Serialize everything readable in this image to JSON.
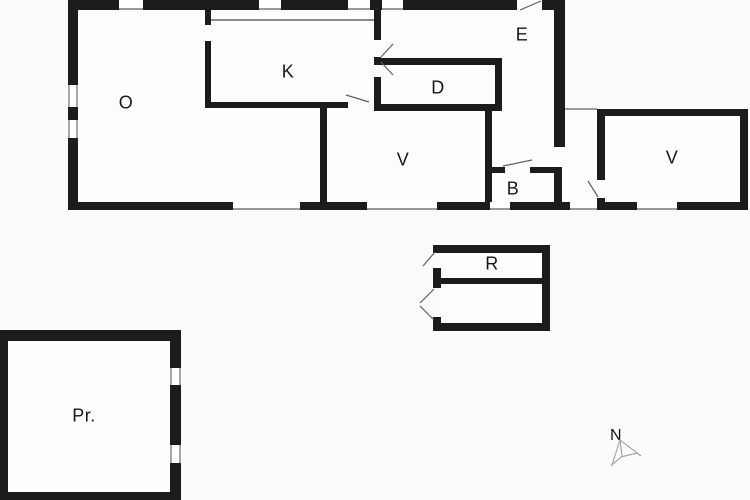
{
  "plan": {
    "rooms": [
      {
        "id": "o",
        "label": "O"
      },
      {
        "id": "k",
        "label": "K"
      },
      {
        "id": "e",
        "label": "E"
      },
      {
        "id": "d",
        "label": "D"
      },
      {
        "id": "v-middle",
        "label": "V"
      },
      {
        "id": "b",
        "label": "B"
      },
      {
        "id": "v-annex",
        "label": "V"
      },
      {
        "id": "r",
        "label": "R"
      },
      {
        "id": "pr",
        "label": "Pr."
      }
    ],
    "compass": {
      "label": "N"
    },
    "colors": {
      "wall": "#1c1c1c",
      "window_line": "#9a9a9a",
      "door_swing_line": "#5f5f5f",
      "compass_arrow": "#a0a0a0",
      "room_fill": "#fdfdfc",
      "background": "#fbfbf9"
    }
  }
}
